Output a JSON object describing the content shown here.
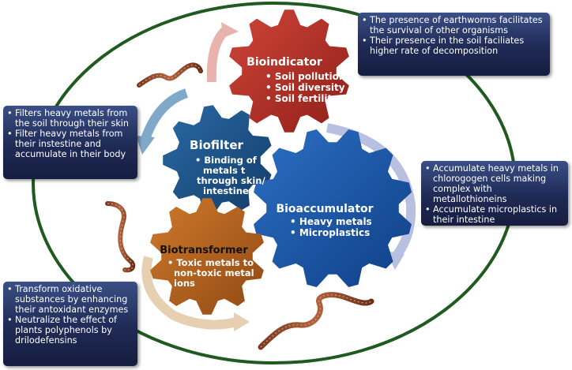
{
  "gears": {
    "bioindicator": {
      "title": "Bioindicator",
      "items": [
        "Soil pollution",
        "Soil diversity",
        "Soil fertility"
      ],
      "color": "#b52d22"
    },
    "biofilter": {
      "title": "Biofilter",
      "items": [
        "Binding of",
        "metals t",
        "through skin/",
        "intestine"
      ],
      "color": "#1a4f86"
    },
    "bioaccumulator": {
      "title": "Bioaccumulator",
      "items": [
        "Heavy metals",
        "Microplastics"
      ],
      "color": "#1452a6"
    },
    "biotransformer": {
      "title": "Biotransformer",
      "items": [
        "Toxic metals to",
        "non-toxic metal",
        "ions"
      ],
      "color": "#b5621b"
    }
  },
  "callouts": {
    "top_right": [
      "The presence of earthworms facilitates the survival of other organisms",
      "Their presence in the soil faciliates higher  rate of decomposition"
    ],
    "left": [
      "Filters heavy metals from the soil through their skin",
      "Filter heavy metals from their instestine and accumulate in their body"
    ],
    "right": [
      "Accumulate heavy metals in chlorogogen cells making complex with metallothioneins",
      "Accumulate microplastics in their intestine"
    ],
    "bottom_left": [
      "Transform oxidative substances by enhancing their antoxidant enzymes",
      "Neutralize the effect of plants polyphenols by drilodefensins"
    ]
  },
  "colors": {
    "ring": "#1f5a1f",
    "callout_bg": "#1f2a55"
  }
}
